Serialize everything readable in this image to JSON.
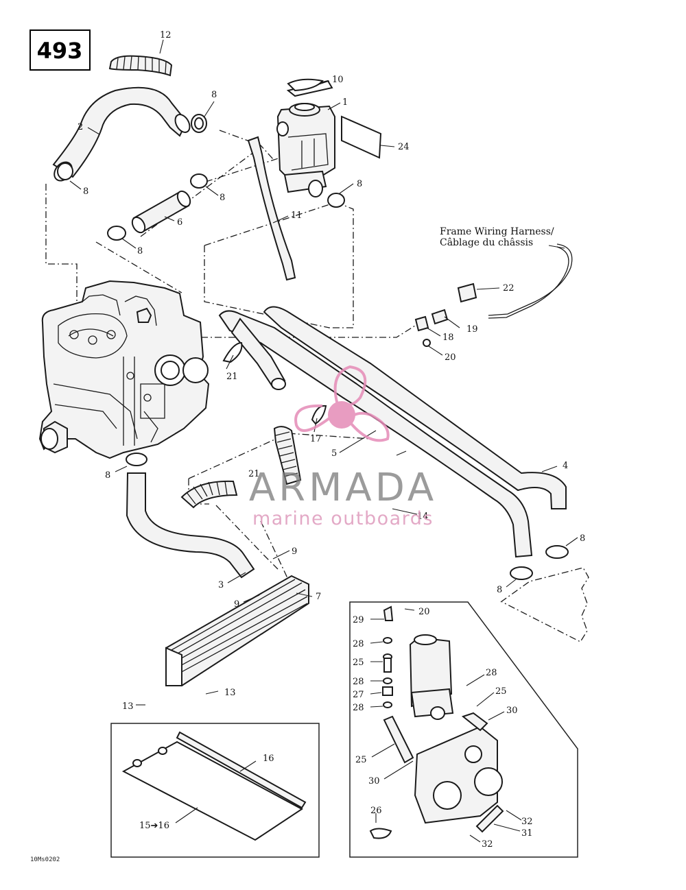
{
  "page_number": "493",
  "diagram_ref": "10Ms0202",
  "frame_note": {
    "line1": "Frame Wiring Harness/",
    "line2": "Câblage du châssis"
  },
  "watermark": {
    "brand": "ARMADA",
    "tagline": "marine outboards",
    "logo": "propeller-logo",
    "color_logo": "#e58bb7",
    "color_brand": "#7a7a7a"
  },
  "callouts": {
    "c1": "1",
    "c2": "2",
    "c3": "3",
    "c4": "4",
    "c5": "5",
    "c6": "6",
    "c7": "7",
    "c8a": "8",
    "c8b": "8",
    "c8c": "8",
    "c8d": "8",
    "c8e": "8",
    "c8f": "8",
    "c8g": "8",
    "c8h": "8",
    "c9a": "9",
    "c9b": "9",
    "c10": "10",
    "c11": "11",
    "c12": "12",
    "c13a": "13",
    "c13b": "13",
    "c14": "14",
    "c15_16": "15➔16",
    "c16": "16",
    "c17": "17",
    "c18": "18",
    "c19": "19",
    "c20": "20",
    "c21a": "21",
    "c21b": "21",
    "c22": "22",
    "c24": "24"
  },
  "inset_callouts": {
    "i20": "20",
    "i29": "29",
    "i28a": "28",
    "i25a": "25",
    "i28b": "28",
    "i27": "27",
    "i28c": "28",
    "i28d": "28",
    "i25b": "25",
    "i30a": "30",
    "i25c": "25",
    "i30b": "30",
    "i26": "26",
    "i32a": "32",
    "i31": "31",
    "i32b": "32"
  }
}
